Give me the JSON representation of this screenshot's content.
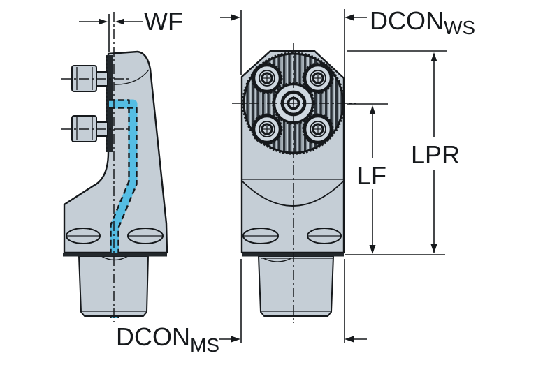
{
  "colors": {
    "line": "#16191c",
    "body": "#c5ced6",
    "body-light": "#cfd8e0",
    "dark": "#23282c",
    "coolant": "#55bde3",
    "stripe-dark": "#2a3036",
    "stripe-mid": "#8f99a1",
    "stripe-light": "#c3cdd4",
    "bg": "#ffffff"
  },
  "labels": {
    "wf": {
      "text": "WF"
    },
    "dcon_ws": {
      "text": "DCON",
      "sub": "WS"
    },
    "lf": {
      "text": "LF"
    },
    "lpr": {
      "text": "LPR"
    },
    "dcon_ms": {
      "text": "DCON",
      "sub": "MS"
    }
  }
}
